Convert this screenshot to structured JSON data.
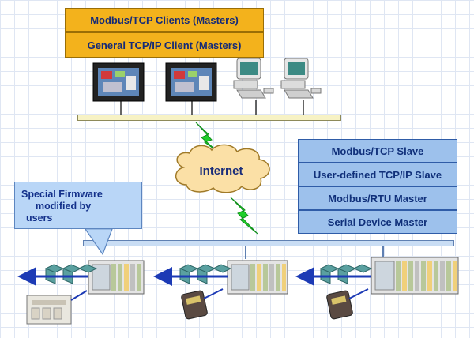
{
  "masters": {
    "modbus_clients": "Modbus/TCP Clients (Masters)",
    "general_clients": "General TCP/IP Client (Masters)"
  },
  "internet": "Internet",
  "slave_roles": [
    "Modbus/TCP Slave",
    "User-defined TCP/IP Slave",
    "Modbus/RTU Master",
    "Serial Device Master"
  ],
  "callout": {
    "line1": "Special Firmware",
    "line2": "modified by",
    "line3": "users"
  },
  "colors": {
    "masters_box": "#f3b21c",
    "roles_box": "#9dc1ec",
    "link_arrow": "#1c3ab5",
    "lightning": "#1fcf2a",
    "bus_bar": "#f7f2c4"
  },
  "icons": [
    "hmi-touch-panel-icon",
    "desktop-computer-icon",
    "controller-rack-icon",
    "io-module-icon",
    "plc-icon",
    "card-reader-icon"
  ]
}
